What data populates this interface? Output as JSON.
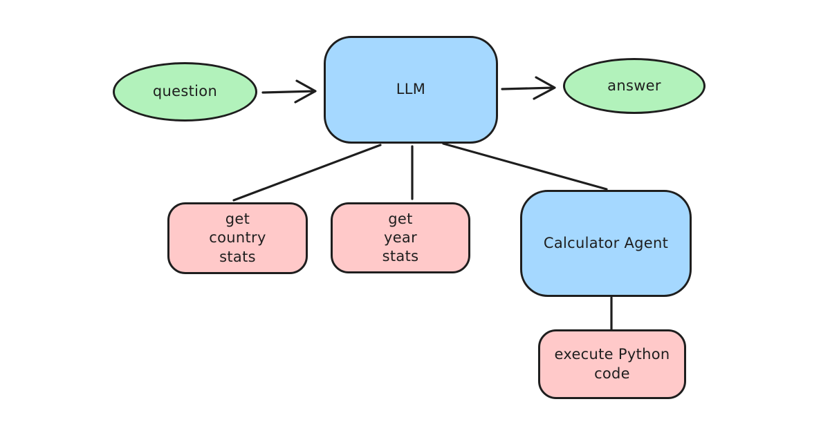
{
  "diagram": {
    "background": "#ffffff",
    "stroke_color": "#1e1e1e",
    "colors": {
      "green": "#b2f2bb",
      "blue": "#a5d8ff",
      "pink": "#ffc9c9"
    },
    "nodes": {
      "question": {
        "label": "question",
        "shape": "ellipse",
        "fill": "#b2f2bb"
      },
      "llm": {
        "label": "LLM",
        "shape": "rounded-rect",
        "fill": "#a5d8ff"
      },
      "answer": {
        "label": "answer",
        "shape": "ellipse",
        "fill": "#b2f2bb"
      },
      "get_country_stats": {
        "label": "get\ncountry\nstats",
        "shape": "rounded-rect",
        "fill": "#ffc9c9"
      },
      "get_year_stats": {
        "label": "get\nyear\nstats",
        "shape": "rounded-rect",
        "fill": "#ffc9c9"
      },
      "calculator_agent": {
        "label": "Calculator Agent",
        "shape": "rounded-rect",
        "fill": "#a5d8ff"
      },
      "execute_python_code": {
        "label": "execute Python\ncode",
        "shape": "rounded-rect",
        "fill": "#ffc9c9"
      }
    },
    "edges": [
      {
        "from": "question",
        "to": "llm",
        "arrow": true
      },
      {
        "from": "llm",
        "to": "answer",
        "arrow": true
      },
      {
        "from": "llm",
        "to": "get_country_stats",
        "arrow": false
      },
      {
        "from": "llm",
        "to": "get_year_stats",
        "arrow": false
      },
      {
        "from": "llm",
        "to": "calculator_agent",
        "arrow": false
      },
      {
        "from": "calculator_agent",
        "to": "execute_python_code",
        "arrow": false
      }
    ]
  }
}
